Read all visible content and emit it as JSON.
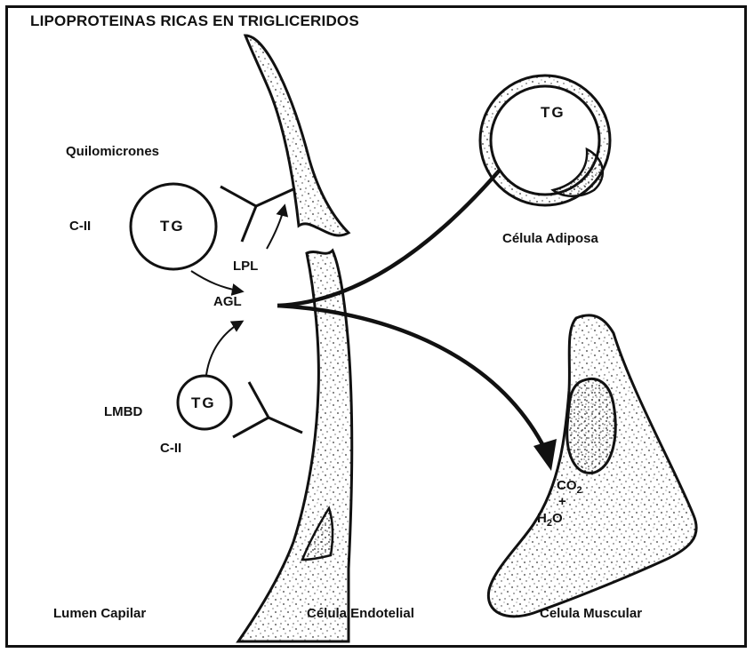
{
  "title": "LIPOPROTEINAS RICAS EN TRIGLICERIDOS",
  "labels": {
    "quilomicrones": "Quilomicrones",
    "c2_top": "C-II",
    "tg_chylo": "TG",
    "lpl": "LPL",
    "agl": "AGL",
    "lmbd": "LMBD",
    "tg_lmbd": "TG",
    "c2_bottom": "C-II",
    "tg_adipose": "TG",
    "celula_adiposa": "Célula Adiposa",
    "co2_main": "CO",
    "co2_sub": "2",
    "plus": "+",
    "h2o_h": "H",
    "h2o_sub": "2",
    "h2o_o": "O",
    "lumen_capilar": "Lumen Capilar",
    "celula_endotelial": "Célula Endotelial",
    "celula_muscular": "Celula Muscular"
  }
}
